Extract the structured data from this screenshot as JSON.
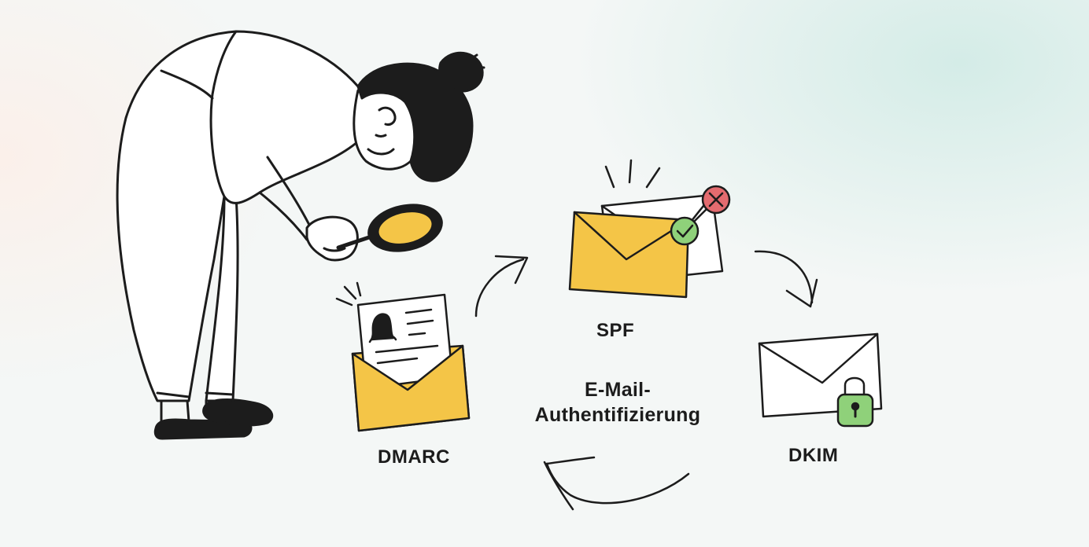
{
  "diagram": {
    "center_title": "E-Mail-\nAuthentifizierung",
    "nodes": [
      {
        "id": "spf",
        "label": "SPF"
      },
      {
        "id": "dkim",
        "label": "DKIM"
      },
      {
        "id": "dmarc",
        "label": "DMARC"
      }
    ],
    "icons": {
      "person": "person-with-magnifying-glass-illustration",
      "spf": "envelope-with-check-and-cross-icon",
      "dkim": "envelope-with-padlock-icon",
      "dmarc": "open-envelope-with-document-icon"
    },
    "colors": {
      "ink": "#1c1c1c",
      "yellow": "#f4c547",
      "green": "#8fd17a",
      "red": "#e36b6f",
      "white": "#ffffff"
    }
  }
}
